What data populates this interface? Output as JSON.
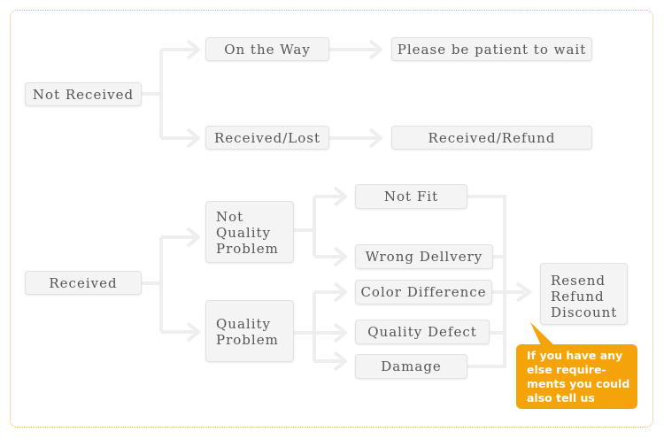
{
  "nodes": {
    "not_received": "Not Received",
    "on_the_way": "On the Way",
    "patient": "Please be patient to wait",
    "received_lost": "Received/Lost",
    "received_refund": "Received/Refund",
    "received": "Received",
    "not_quality_problem": "Not\nQuality\nProblem",
    "quality_problem": "Quality\nProblem",
    "not_fit": "Not Fit",
    "wrong_delivery": "Wrong Dellvery",
    "color_difference": "Color Difference",
    "quality_defect": "Quality Defect",
    "damage": "Damage",
    "solutions": "Resend\nRefund\nDiscount"
  },
  "note": "If you have any\nelse require-\nments you could\nalso tell us",
  "colors": {
    "connector": "#eeeeee",
    "callout": "#f5a30a",
    "border": "#f0b560"
  }
}
